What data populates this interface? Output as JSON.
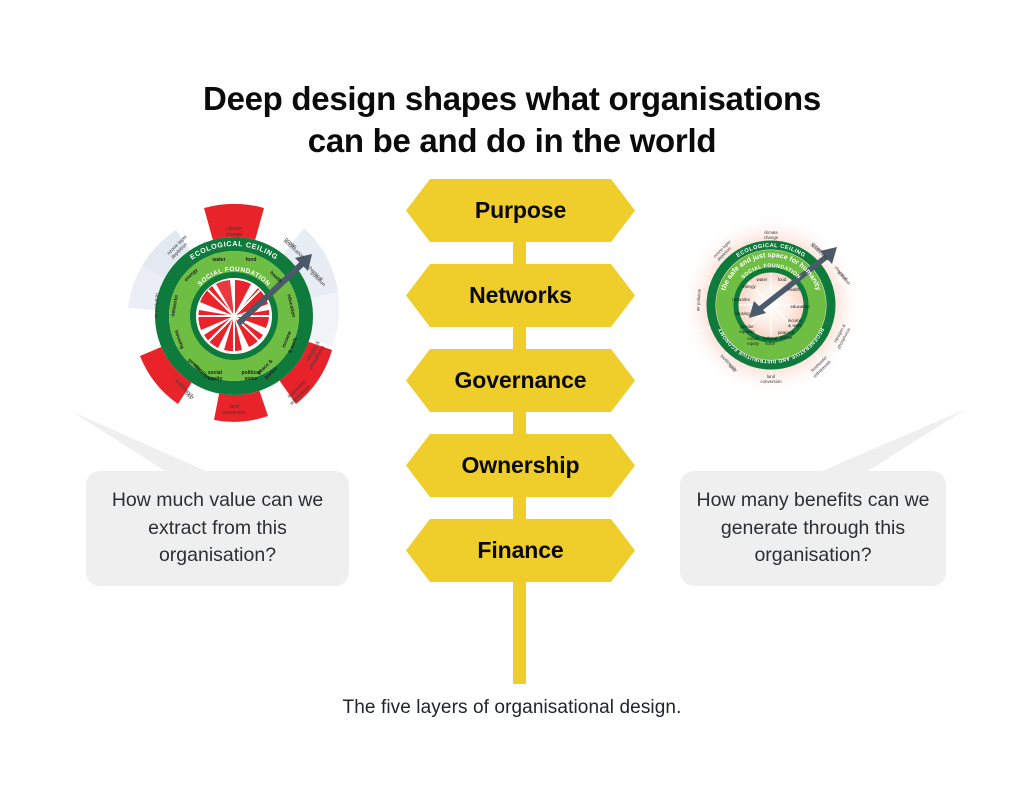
{
  "title": {
    "line1": "Deep design shapes what organisations",
    "line2": "can be and do in the world"
  },
  "caption": "The five layers of organisational design.",
  "signpost": {
    "name": "five-layers-signpost",
    "layers": [
      {
        "label": "Purpose"
      },
      {
        "label": "Networks"
      },
      {
        "label": "Governance"
      },
      {
        "label": "Ownership"
      },
      {
        "label": "Finance"
      }
    ]
  },
  "bubbles": {
    "left": {
      "text": "How much value can we extract from this organisation?"
    },
    "right": {
      "text": "How many benefits can we generate through this organisation?"
    }
  },
  "diagrams": {
    "left": {
      "name": "doughnut-overshoot-shortfall",
      "ring_labels": {
        "ceiling": "ECOLOGICAL CEILING",
        "foundation": "SOCIAL FOUNDATION"
      },
      "outer_labels": [
        "climate change",
        "ocean acidification",
        "chemical pollution",
        "nitrogen & phosphorus loading",
        "freshwater withdrawals",
        "land conversion",
        "biodiversity loss",
        "air pollution",
        "ozone layer depletion"
      ],
      "inner_labels": [
        "water",
        "food",
        "health",
        "education",
        "income & work",
        "peace & justice",
        "political voice",
        "social equity",
        "gender equality",
        "housing",
        "networks",
        "energy"
      ]
    },
    "right": {
      "name": "doughnut-safe-and-just-space",
      "ring_labels": {
        "ceiling": "ECOLOGICAL CEILING",
        "space": "the safe and just space for humanity",
        "foundation": "SOCIAL FOUNDATION",
        "economy": "REGENERATIVE AND DISTRIBUTIVE ECONOMY"
      },
      "outer_labels": [
        "climate change",
        "ocean acidification",
        "chemical pollution",
        "nitrogen & phosphorus loading",
        "freshwater withdrawals",
        "land conversion",
        "biodiversity loss",
        "air pollution",
        "ozone layer depletion"
      ],
      "inner_labels": [
        "water",
        "food",
        "health",
        "education",
        "income & work",
        "peace & justice",
        "political voice",
        "social equity",
        "gender equality",
        "housing",
        "networks",
        "energy"
      ]
    }
  },
  "colors": {
    "banner_yellow": "#EFCD2A",
    "bubble_grey": "#efefef",
    "doughnut_green_dark": "#0E7B3C",
    "doughnut_green_light": "#6FBE44",
    "overshoot_red": "#E8232A",
    "text_dark": "#0b0b0b",
    "background": "#ffffff"
  }
}
